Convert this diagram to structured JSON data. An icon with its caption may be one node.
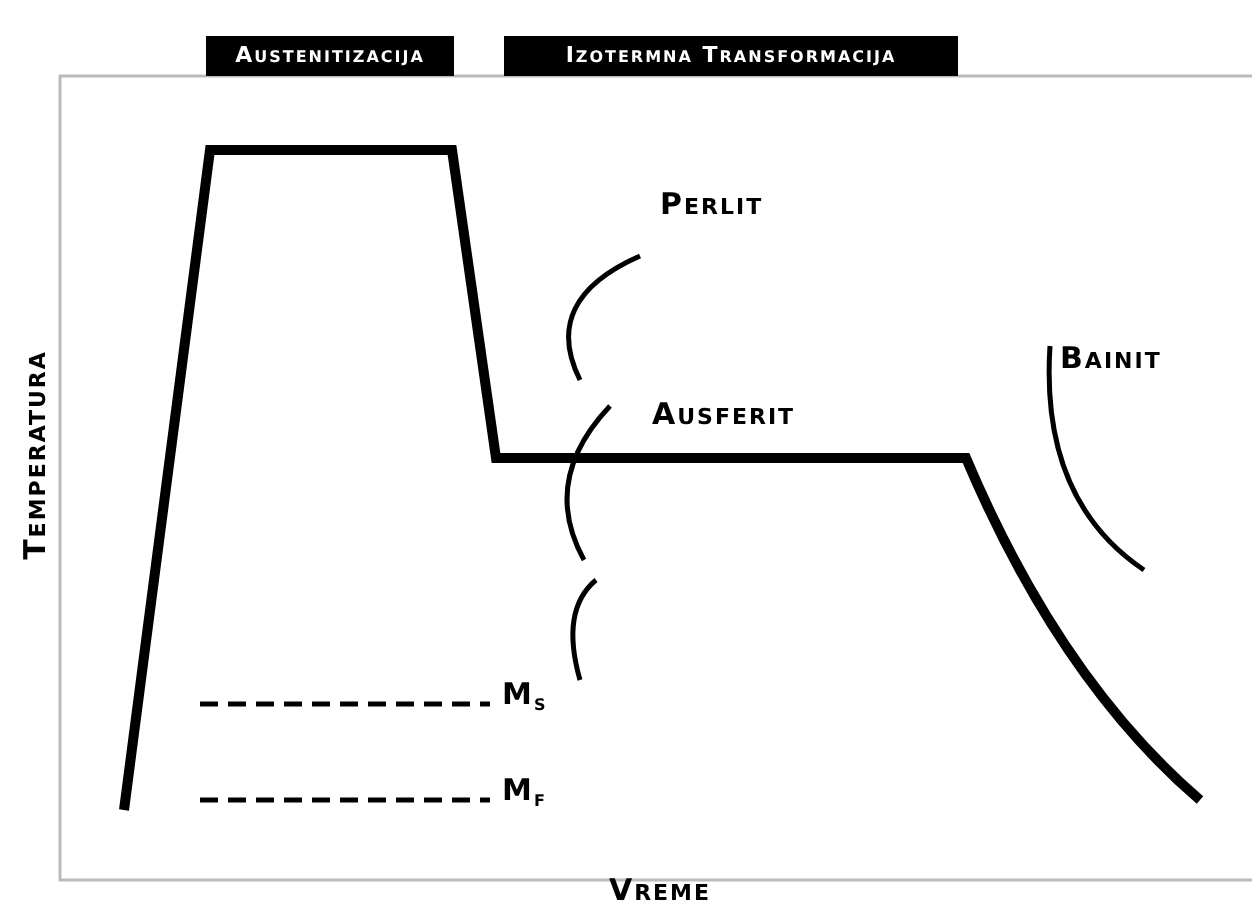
{
  "diagram": {
    "nodes": [
      {
        "text": [
          "Austenitizacija"
        ]
      },
      {
        "text": [
          "Izotermna Transformacija"
        ]
      }
    ],
    "labels": [
      "Perlit",
      "Ausferit",
      "Bainit",
      "M$_{s}$",
      "M$_{f}$",
      "Temperatura",
      "Vreme"
    ]
  }
}
